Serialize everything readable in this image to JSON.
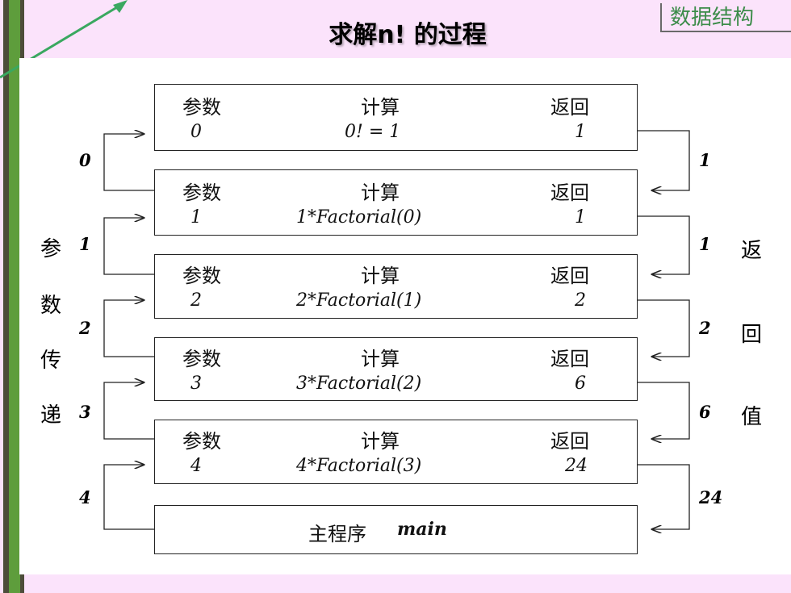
{
  "title": "求解n! 的过程",
  "badge": "数据结构",
  "headers": {
    "param": "参数",
    "compute": "计算",
    "ret": "返回"
  },
  "frames": [
    {
      "param": "0",
      "compute": "0! = 1",
      "ret": "1"
    },
    {
      "param": "1",
      "compute": "1*Factorial(0)",
      "ret": "1"
    },
    {
      "param": "2",
      "compute": "2*Factorial(1)",
      "ret": "2"
    },
    {
      "param": "3",
      "compute": "3*Factorial(2)",
      "ret": "6"
    },
    {
      "param": "4",
      "compute": "4*Factorial(3)",
      "ret": "24"
    }
  ],
  "main_frame": {
    "label": "主程序",
    "name": "main"
  },
  "left_values": [
    "0",
    "1",
    "2",
    "3",
    "4"
  ],
  "right_values": [
    "1",
    "1",
    "2",
    "6",
    "24"
  ],
  "left_caption": [
    "参",
    "数",
    "传",
    "递"
  ],
  "right_caption": [
    "返",
    "回",
    "值"
  ]
}
